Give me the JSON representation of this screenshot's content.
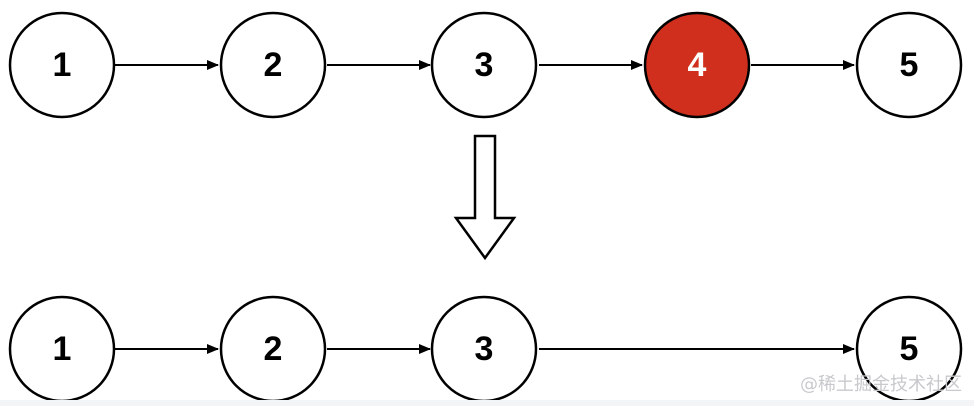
{
  "before": {
    "nodes": [
      {
        "label": "1",
        "highlighted": false
      },
      {
        "label": "2",
        "highlighted": false
      },
      {
        "label": "3",
        "highlighted": false
      },
      {
        "label": "4",
        "highlighted": true
      },
      {
        "label": "5",
        "highlighted": false
      }
    ]
  },
  "after": {
    "nodes": [
      {
        "label": "1"
      },
      {
        "label": "2"
      },
      {
        "label": "3"
      },
      {
        "label": "5"
      }
    ]
  },
  "watermark": "@稀土掘金技术社区",
  "colors": {
    "highlight_fill": "#d12f1d",
    "node_fill": "#ffffff",
    "stroke": "#000000",
    "highlight_text": "#ffffff",
    "text": "#000000"
  }
}
